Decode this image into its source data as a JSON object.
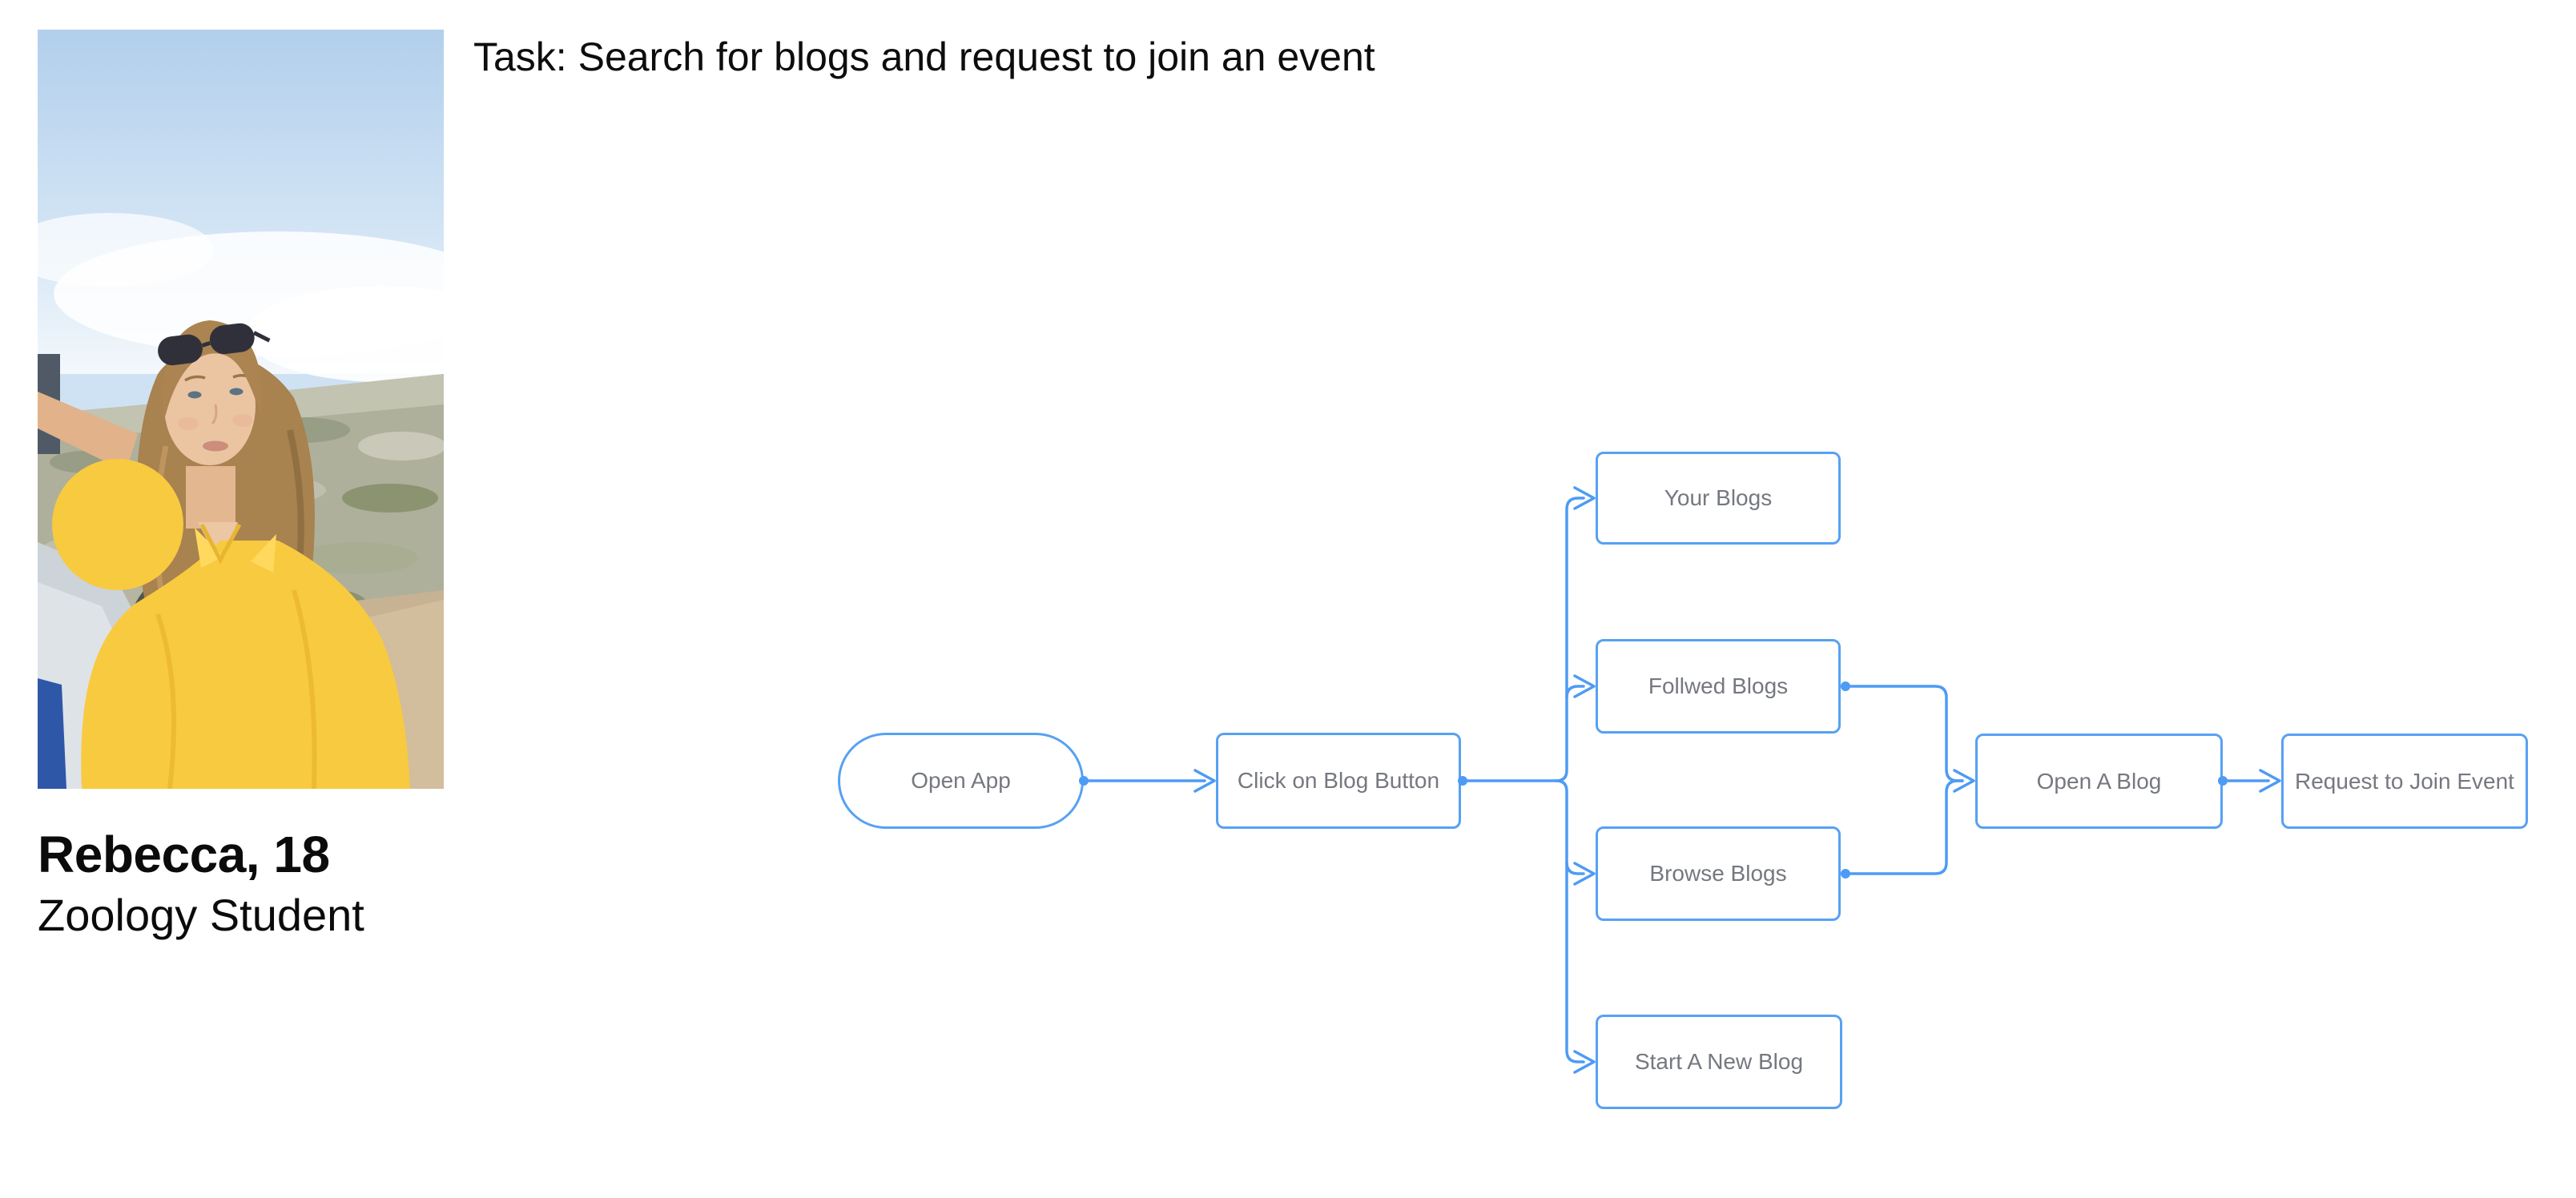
{
  "task": {
    "label": "Task: Search for blogs and request to join an event"
  },
  "persona": {
    "name": "Rebecca, 18",
    "role": "Zoology Student",
    "photo_description": "Young woman with long light-brown hair, sunglasses on her head, yellow polo shirt, leaning on a vehicle in a sunny rocky landscape"
  },
  "colors": {
    "accent_blue": "#4D9BF5",
    "node_border_blue": "#57A1F3",
    "node_text_gray": "#75787F",
    "heading_black": "#0d0d0d"
  },
  "flowchart": {
    "nodes": [
      {
        "id": "open-app",
        "label": "Open App",
        "shape": "pill"
      },
      {
        "id": "click-blog-button",
        "label": "Click on Blog Button",
        "shape": "rect"
      },
      {
        "id": "your-blogs",
        "label": "Your Blogs",
        "shape": "rect"
      },
      {
        "id": "follwed-blogs",
        "label": "Follwed Blogs",
        "shape": "rect"
      },
      {
        "id": "browse-blogs",
        "label": "Browse Blogs",
        "shape": "rect"
      },
      {
        "id": "start-a-new-blog",
        "label": "Start A New Blog",
        "shape": "rect"
      },
      {
        "id": "open-a-blog",
        "label": "Open A Blog",
        "shape": "rect"
      },
      {
        "id": "request-to-join-event",
        "label": "Request to Join Event",
        "shape": "rect"
      }
    ],
    "edges": [
      {
        "from": "open-app",
        "to": "click-blog-button"
      },
      {
        "from": "click-blog-button",
        "to": "your-blogs"
      },
      {
        "from": "click-blog-button",
        "to": "follwed-blogs"
      },
      {
        "from": "click-blog-button",
        "to": "browse-blogs"
      },
      {
        "from": "click-blog-button",
        "to": "start-a-new-blog"
      },
      {
        "from": "follwed-blogs",
        "to": "open-a-blog"
      },
      {
        "from": "browse-blogs",
        "to": "open-a-blog"
      },
      {
        "from": "open-a-blog",
        "to": "request-to-join-event"
      }
    ]
  }
}
